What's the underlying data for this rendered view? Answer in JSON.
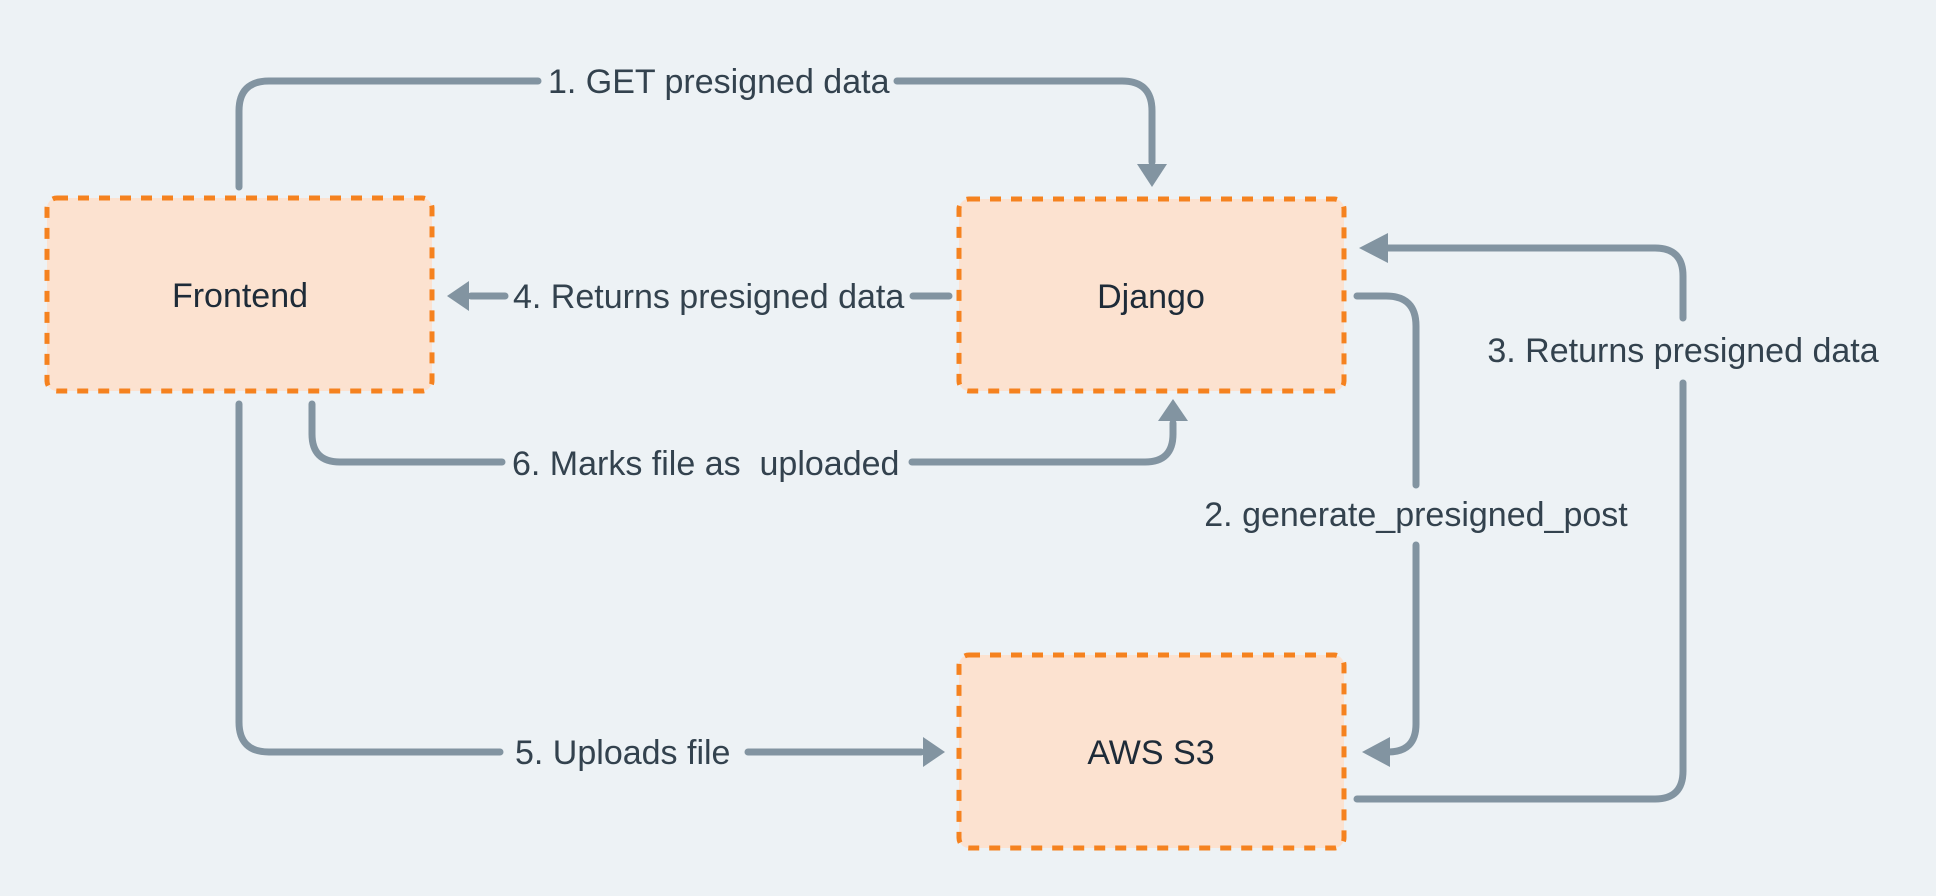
{
  "diagram": {
    "type": "flow-diagram",
    "description": "Presigned S3 upload flow between Frontend, Django and AWS S3",
    "colors": {
      "background": "#edf2f5",
      "node_fill": "#fce2d0",
      "node_border": "#f5821f",
      "arrow": "#8294a1",
      "label_text": "#33424e",
      "node_text": "#1e2b38"
    },
    "nodes": [
      {
        "id": "frontend",
        "label": "Frontend"
      },
      {
        "id": "django",
        "label": "Django"
      },
      {
        "id": "aws-s3",
        "label": "AWS S3"
      }
    ],
    "edges": [
      {
        "id": "edge-1",
        "step": 1,
        "label": "1. GET presigned data",
        "from": "Frontend",
        "to": "Django"
      },
      {
        "id": "edge-2",
        "step": 2,
        "label": "2. generate_presigned_post",
        "from": "Django",
        "to": "AWS S3"
      },
      {
        "id": "edge-3",
        "step": 3,
        "label": "3. Returns presigned data",
        "from": "AWS S3",
        "to": "Django"
      },
      {
        "id": "edge-4",
        "step": 4,
        "label": "4. Returns presigned data",
        "from": "Django",
        "to": "Frontend"
      },
      {
        "id": "edge-5",
        "step": 5,
        "label": "5. Uploads file",
        "from": "Frontend",
        "to": "AWS S3"
      },
      {
        "id": "edge-6",
        "step": 6,
        "label": "6. Marks file as  uploaded",
        "from": "Frontend",
        "to": "Django"
      }
    ]
  }
}
